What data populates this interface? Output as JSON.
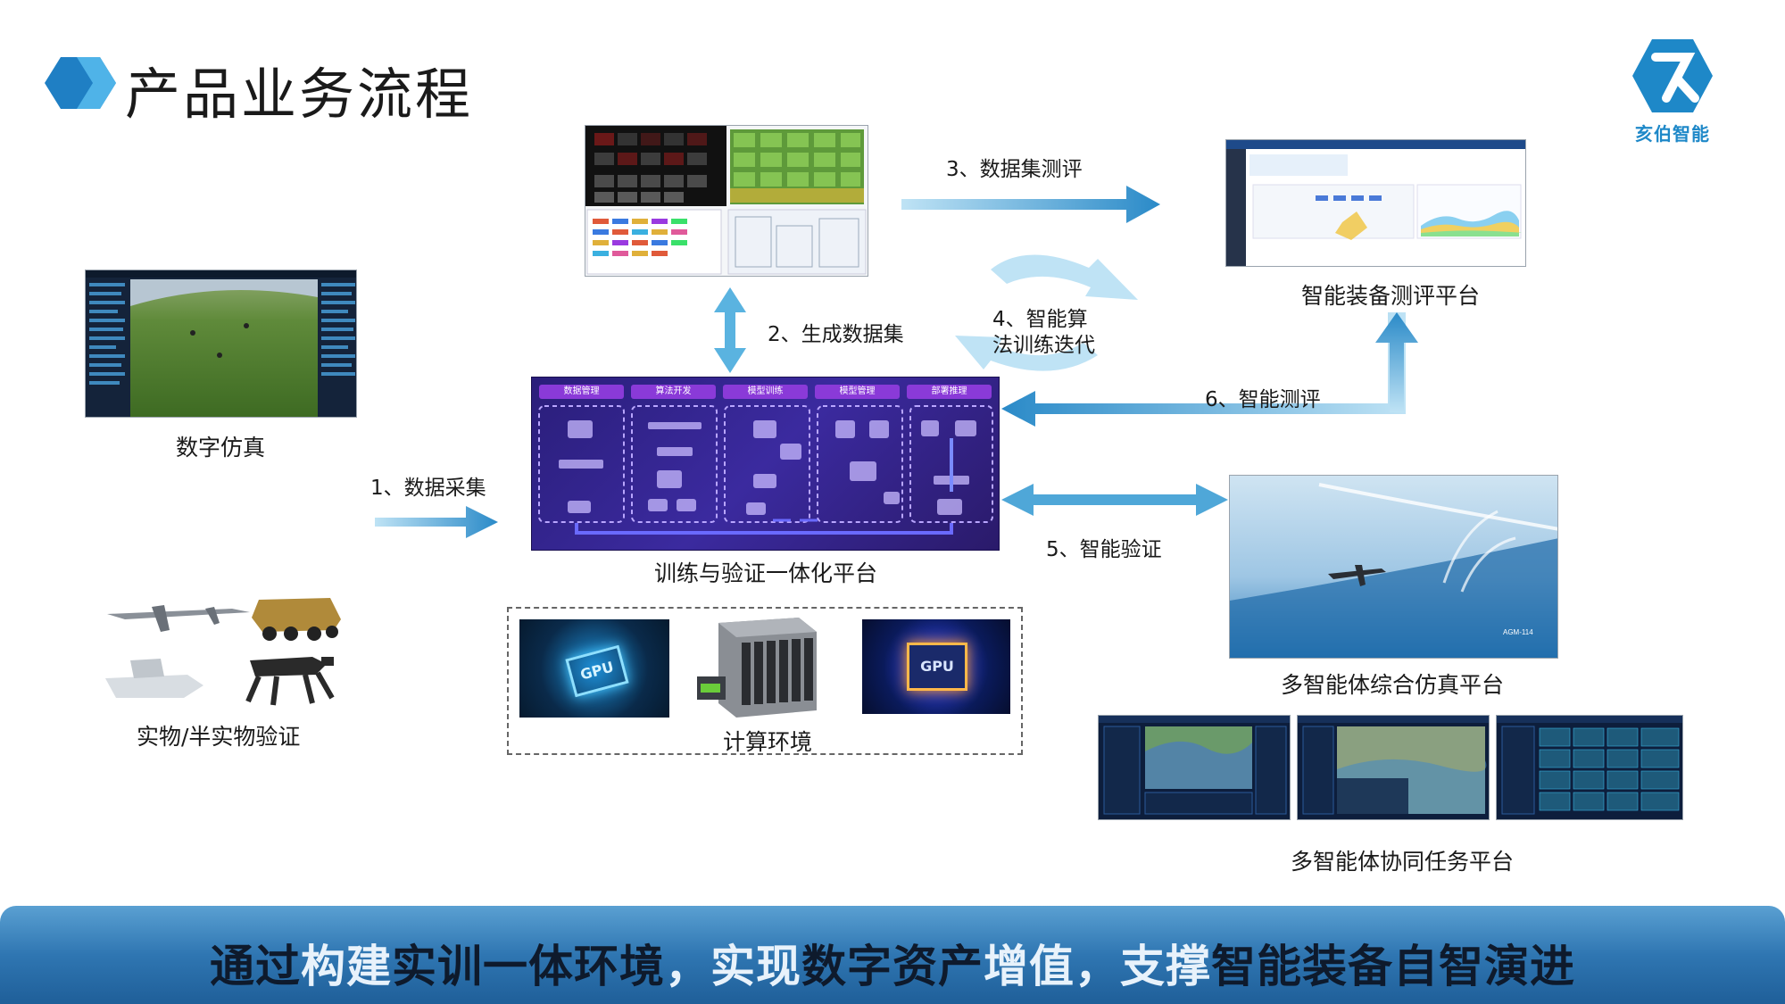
{
  "header": {
    "title": "产品业务流程"
  },
  "logo": {
    "text": "亥伯智能"
  },
  "nodes": {
    "digital_sim": "数字仿真",
    "physical": "实物/半实物验证",
    "platform": "训练与验证一体化平台",
    "compute": "计算环境",
    "eval_platform": "智能装备测评平台",
    "multi_agent_sim": "多智能体综合仿真平台",
    "multi_agent_task": "多智能体协同任务平台"
  },
  "steps": {
    "s1": "1、数据采集",
    "s2": "2、生成数据集",
    "s3": "3、数据集测评",
    "s4a": "4、智能算",
    "s4b": "法训练迭代",
    "s5": "5、智能验证",
    "s6": "6、智能测评"
  },
  "platform_tabs": [
    "数据管理",
    "算法开发",
    "模型训练",
    "模型管理",
    "部署推理"
  ],
  "compute_tiles": [
    "GPU",
    "GPU"
  ],
  "missile_label": "AGM-114",
  "footer": {
    "p1": "通过",
    "p2": "构建",
    "p3": "实训一体环境",
    "p4": "，实现",
    "p5": "数字资产",
    "p6": "增值，支撑",
    "p7": "智能装备自智演进"
  },
  "colors": {
    "arrow": "#4fa7d8",
    "accent": "#1e88c8",
    "platform_bg": "#3b2a8f",
    "footer": "#2f76b2"
  }
}
